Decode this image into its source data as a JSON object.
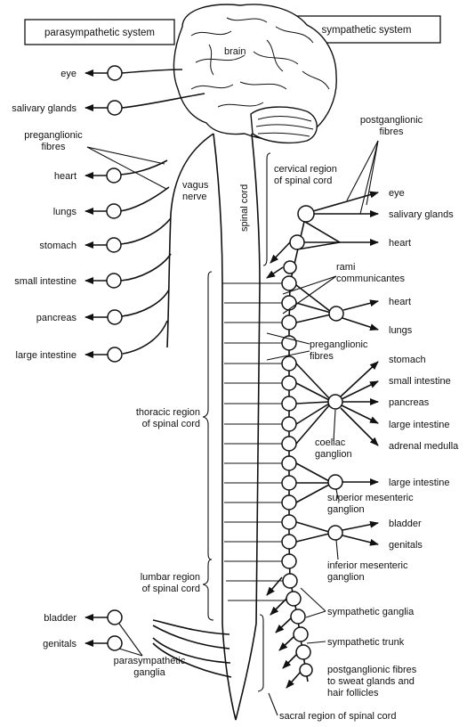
{
  "headers": {
    "parasympathetic": "parasympathetic system",
    "sympathetic": "sympathetic system"
  },
  "labels": {
    "brain": "brain",
    "preganglionic_left": [
      "preganglionic",
      "fibres"
    ],
    "vagus": [
      "vagus",
      "nerve"
    ],
    "spinal_cord": "spinal cord",
    "cervical": [
      "cervical region",
      "of spinal cord"
    ],
    "postganglionic": [
      "postganglionic",
      "fibres"
    ],
    "rami": [
      "rami",
      "communicantes"
    ],
    "preganglionic_right": [
      "preganglionic",
      "fibres"
    ],
    "coeliac": [
      "coeliac",
      "ganglion"
    ],
    "superior_mesenteric": [
      "superior mesenteric",
      "ganglion"
    ],
    "inferior_mesenteric": [
      "inferior mesenteric",
      "ganglion"
    ],
    "thoracic": [
      "thoracic region",
      "of spinal cord"
    ],
    "lumbar": [
      "lumbar region",
      "of spinal cord"
    ],
    "sympathetic_ganglia": "sympathetic ganglia",
    "sympathetic_trunk": "sympathetic trunk",
    "sweat_glands": [
      "postganglionic fibres",
      "to sweat glands and",
      "hair follicles"
    ],
    "sacral": "sacral region of spinal cord",
    "parasympathetic_ganglia": [
      "parasympathetic",
      "ganglia"
    ]
  },
  "left_organs": [
    "eye",
    "salivary glands",
    "heart",
    "lungs",
    "stomach",
    "small intestine",
    "pancreas",
    "large intestine"
  ],
  "left_pelvic_organs": [
    "bladder",
    "genitals"
  ],
  "right_organs": {
    "head": [
      "eye",
      "salivary glands",
      "heart"
    ],
    "thorax": [
      "heart",
      "lungs"
    ],
    "coeliac": [
      "stomach",
      "small intestine",
      "pancreas",
      "large intestine",
      "adrenal medulla"
    ],
    "superior": [
      "large intestine"
    ],
    "inferior": [
      "bladder",
      "genitals"
    ]
  }
}
